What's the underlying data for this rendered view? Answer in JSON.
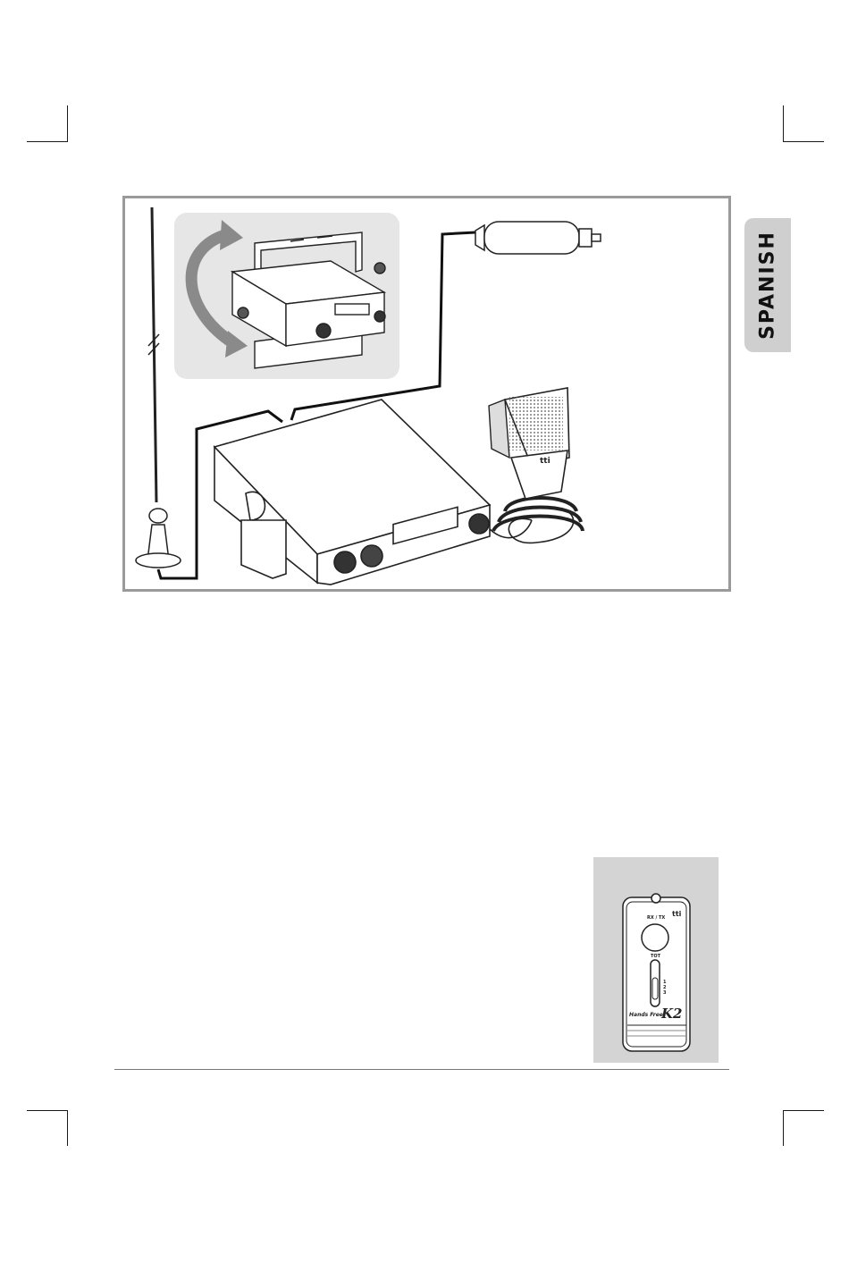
{
  "side_tab": {
    "label": "SPANISH"
  },
  "radio_figure": {
    "microphone_brand": "tti"
  },
  "handsfree_device": {
    "brand": "tti",
    "led_label": "RX / TX",
    "switch_label": "TOT",
    "switch_positions": [
      "1",
      "2",
      "3"
    ],
    "model_text": "Hands Free",
    "model_logo": "K2"
  }
}
